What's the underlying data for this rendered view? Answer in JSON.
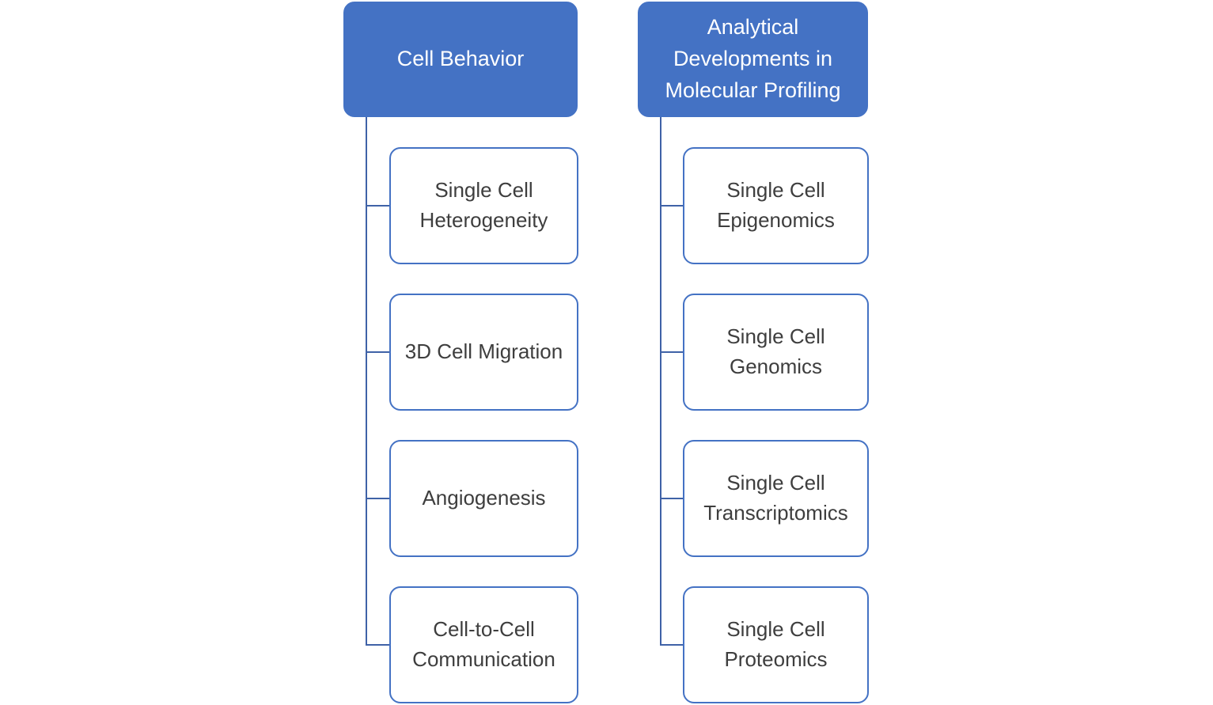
{
  "diagram": {
    "type": "hierarchy-tree",
    "background": "#ffffff",
    "colors": {
      "node_fill": "#4472C4",
      "child_border": "#4472C4",
      "connector": "#3f62a7",
      "parent_text": "#ffffff",
      "child_text": "#3e3e3e"
    },
    "trees": [
      {
        "root": {
          "label": "Cell Behavior"
        },
        "children": [
          {
            "label": "Single Cell Heterogeneity"
          },
          {
            "label": "3D Cell Migration"
          },
          {
            "label": "Angiogenesis"
          },
          {
            "label": "Cell-to-Cell Communication"
          }
        ]
      },
      {
        "root": {
          "label": "Analytical Developments in Molecular Profiling"
        },
        "children": [
          {
            "label": "Single Cell Epigenomics"
          },
          {
            "label": "Single Cell Genomics"
          },
          {
            "label": "Single Cell Transcriptomics"
          },
          {
            "label": "Single Cell Proteomics"
          }
        ]
      }
    ]
  }
}
